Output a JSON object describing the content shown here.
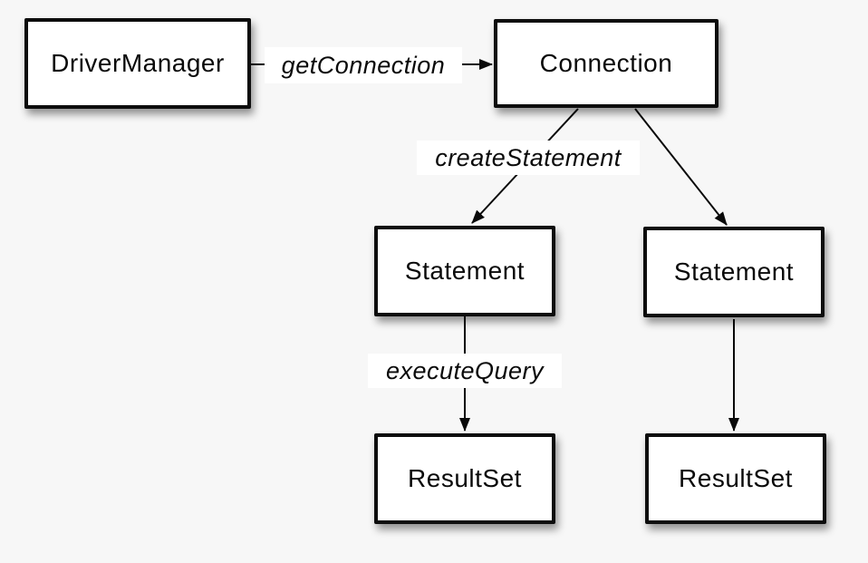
{
  "diagram": {
    "colors": {
      "background": "#f7f7f7",
      "box_fill": "#ffffff",
      "box_border": "#0d0d0d",
      "line": "#0a0a0a",
      "text": "#0a0a0a"
    },
    "nodes": {
      "driver_manager": {
        "label": "DriverManager"
      },
      "connection": {
        "label": "Connection"
      },
      "statement_left": {
        "label": "Statement"
      },
      "statement_right": {
        "label": "Statement"
      },
      "resultset_left": {
        "label": "ResultSet"
      },
      "resultset_right": {
        "label": "ResultSet"
      }
    },
    "edges": {
      "get_connection": {
        "label": "getConnection",
        "from": "DriverManager",
        "to": "Connection"
      },
      "create_statement": {
        "label": "createStatement",
        "from": "Connection",
        "to": "Statement"
      },
      "connection_to_statement_right": {
        "label": "",
        "from": "Connection",
        "to": "Statement"
      },
      "execute_query": {
        "label": "executeQuery",
        "from": "Statement",
        "to": "ResultSet"
      },
      "statement_right_to_resultset": {
        "label": "",
        "from": "Statement",
        "to": "ResultSet"
      }
    }
  }
}
